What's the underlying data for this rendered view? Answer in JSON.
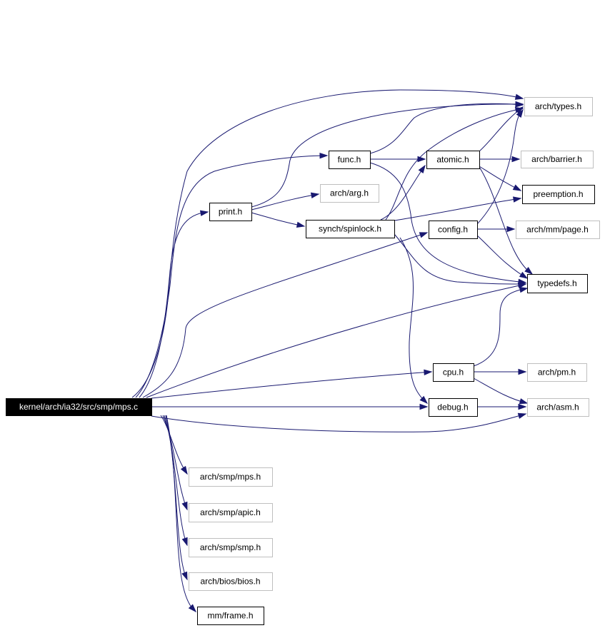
{
  "diagram": {
    "colors": {
      "edge": "#191970",
      "root_fill": "#000000",
      "root_text": "#ffffff",
      "documented_border": "#000000",
      "undocumented_border": "#bfbfbf",
      "text": "#000000"
    },
    "nodes": [
      {
        "id": "mps_c",
        "label": "kernel/arch/ia32/src/smp/mps.c",
        "kind": "root"
      },
      {
        "id": "types_h",
        "label": "arch/types.h",
        "kind": "undocumented"
      },
      {
        "id": "func_h",
        "label": "func.h",
        "kind": "documented"
      },
      {
        "id": "atomic_h",
        "label": "atomic.h",
        "kind": "documented"
      },
      {
        "id": "barrier_h",
        "label": "arch/barrier.h",
        "kind": "undocumented"
      },
      {
        "id": "arg_h",
        "label": "arch/arg.h",
        "kind": "undocumented"
      },
      {
        "id": "preemption_h",
        "label": "preemption.h",
        "kind": "documented"
      },
      {
        "id": "print_h",
        "label": "print.h",
        "kind": "documented"
      },
      {
        "id": "spinlock_h",
        "label": "synch/spinlock.h",
        "kind": "documented"
      },
      {
        "id": "config_h",
        "label": "config.h",
        "kind": "documented"
      },
      {
        "id": "page_h",
        "label": "arch/mm/page.h",
        "kind": "undocumented"
      },
      {
        "id": "typedefs_h",
        "label": "typedefs.h",
        "kind": "documented"
      },
      {
        "id": "cpu_h",
        "label": "cpu.h",
        "kind": "documented"
      },
      {
        "id": "pm_h",
        "label": "arch/pm.h",
        "kind": "undocumented"
      },
      {
        "id": "debug_h",
        "label": "debug.h",
        "kind": "documented"
      },
      {
        "id": "asm_h",
        "label": "arch/asm.h",
        "kind": "undocumented"
      },
      {
        "id": "smp_mps_h",
        "label": "arch/smp/mps.h",
        "kind": "undocumented"
      },
      {
        "id": "smp_apic_h",
        "label": "arch/smp/apic.h",
        "kind": "undocumented"
      },
      {
        "id": "smp_smp_h",
        "label": "arch/smp/smp.h",
        "kind": "undocumented"
      },
      {
        "id": "bios_h",
        "label": "arch/bios/bios.h",
        "kind": "undocumented"
      },
      {
        "id": "frame_h",
        "label": "mm/frame.h",
        "kind": "documented"
      }
    ],
    "edges": [
      {
        "from": "mps_c",
        "to": "types_h"
      },
      {
        "from": "mps_c",
        "to": "func_h"
      },
      {
        "from": "mps_c",
        "to": "print_h"
      },
      {
        "from": "mps_c",
        "to": "config_h"
      },
      {
        "from": "mps_c",
        "to": "typedefs_h"
      },
      {
        "from": "mps_c",
        "to": "cpu_h"
      },
      {
        "from": "mps_c",
        "to": "debug_h"
      },
      {
        "from": "mps_c",
        "to": "asm_h"
      },
      {
        "from": "mps_c",
        "to": "smp_mps_h"
      },
      {
        "from": "mps_c",
        "to": "smp_apic_h"
      },
      {
        "from": "mps_c",
        "to": "smp_smp_h"
      },
      {
        "from": "mps_c",
        "to": "bios_h"
      },
      {
        "from": "mps_c",
        "to": "frame_h"
      },
      {
        "from": "print_h",
        "to": "types_h"
      },
      {
        "from": "print_h",
        "to": "arg_h"
      },
      {
        "from": "print_h",
        "to": "spinlock_h"
      },
      {
        "from": "func_h",
        "to": "types_h"
      },
      {
        "from": "func_h",
        "to": "atomic_h"
      },
      {
        "from": "func_h",
        "to": "typedefs_h"
      },
      {
        "from": "atomic_h",
        "to": "types_h"
      },
      {
        "from": "atomic_h",
        "to": "barrier_h"
      },
      {
        "from": "atomic_h",
        "to": "preemption_h"
      },
      {
        "from": "atomic_h",
        "to": "typedefs_h"
      },
      {
        "from": "spinlock_h",
        "to": "types_h"
      },
      {
        "from": "spinlock_h",
        "to": "atomic_h"
      },
      {
        "from": "spinlock_h",
        "to": "preemption_h"
      },
      {
        "from": "spinlock_h",
        "to": "typedefs_h"
      },
      {
        "from": "spinlock_h",
        "to": "debug_h"
      },
      {
        "from": "config_h",
        "to": "types_h"
      },
      {
        "from": "config_h",
        "to": "page_h"
      },
      {
        "from": "config_h",
        "to": "typedefs_h"
      },
      {
        "from": "cpu_h",
        "to": "typedefs_h"
      },
      {
        "from": "cpu_h",
        "to": "pm_h"
      },
      {
        "from": "cpu_h",
        "to": "asm_h"
      },
      {
        "from": "debug_h",
        "to": "asm_h"
      }
    ]
  }
}
